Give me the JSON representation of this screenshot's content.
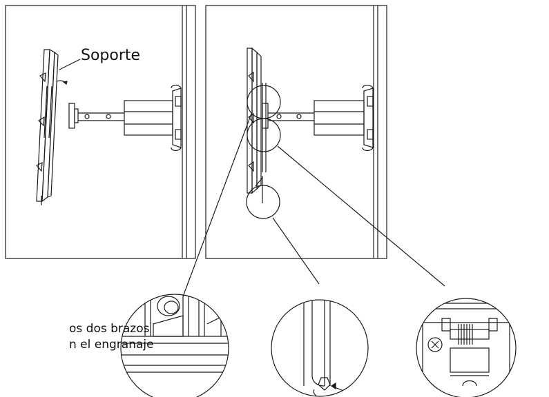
{
  "labels": {
    "bracket": "Soporte",
    "instruction_line1": "os dos brazos",
    "instruction_line2": "n el engranaje"
  },
  "colors": {
    "stroke": "#1a1a1a",
    "background": "#ffffff"
  }
}
